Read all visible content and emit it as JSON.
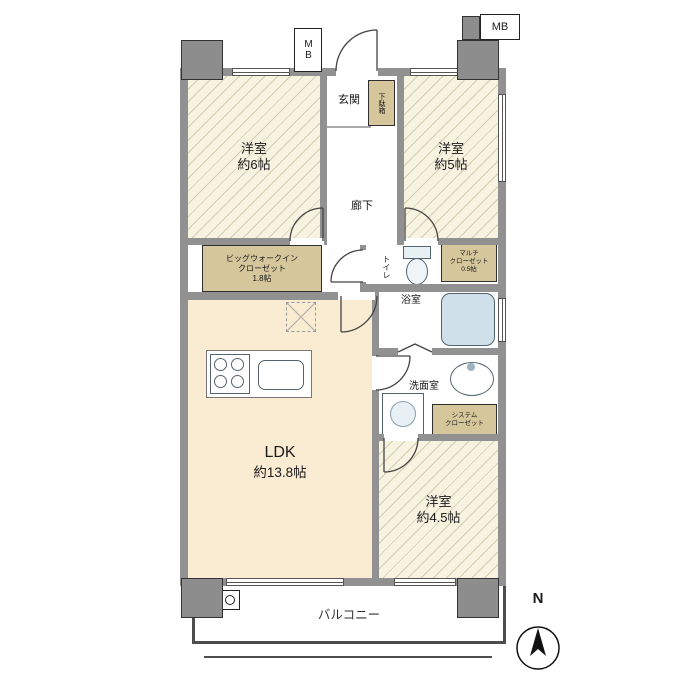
{
  "floorplan": {
    "unit_rooms": {
      "bedroom_6": {
        "name": "洋室",
        "size": "約6帖"
      },
      "bedroom_5": {
        "name": "洋室",
        "size": "約5帖"
      },
      "bedroom_4_5": {
        "name": "洋室",
        "size": "約4.5帖"
      },
      "ldk": {
        "name": "LDK",
        "size": "約13.8帖"
      },
      "entrance": {
        "name": "玄関"
      },
      "shoe_box": {
        "name": "下駄箱"
      },
      "hallway": {
        "name": "廊下"
      },
      "toilet": {
        "name": "トイレ"
      },
      "bathroom": {
        "name": "浴室"
      },
      "washroom": {
        "name": "洗面室"
      },
      "balcony": {
        "name": "バルコニー"
      },
      "big_walk_in_closet": {
        "line1": "ビッグウォークイン",
        "line2": "クローゼット",
        "size": "1.8帖"
      },
      "multi_closet": {
        "line1": "マルチ",
        "line2": "クローゼット",
        "size": "0.5帖"
      },
      "system_closet": {
        "line1": "システム",
        "line2": "クローゼット"
      }
    },
    "annotations": {
      "meter_box_top": "MB",
      "meter_box_corner": "MB",
      "compass_north": "N"
    },
    "colors": {
      "wall": "#919191",
      "bedroom_floor": "#f7f3e1",
      "ldk_floor": "#f9ecd2",
      "closet": "#d6c69c",
      "bath_blue": "#cfe0eb"
    }
  }
}
